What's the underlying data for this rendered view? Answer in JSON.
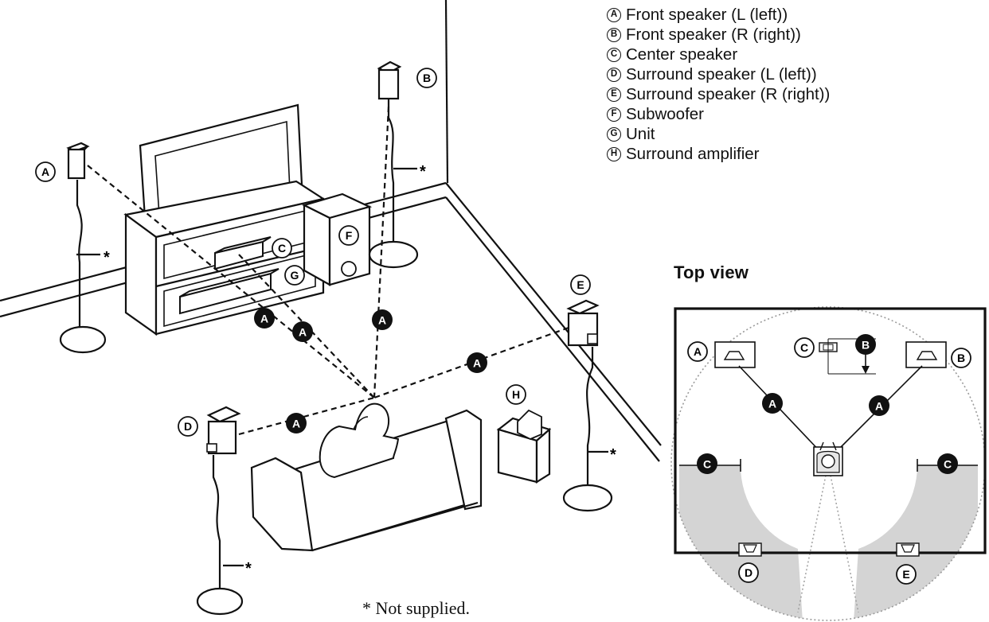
{
  "legend": [
    {
      "letter": "A",
      "text": "Front speaker (L (left))"
    },
    {
      "letter": "B",
      "text": "Front speaker (R (right))"
    },
    {
      "letter": "C",
      "text": "Center speaker"
    },
    {
      "letter": "D",
      "text": "Surround speaker (L (left))"
    },
    {
      "letter": "E",
      "text": "Surround speaker (R (right))"
    },
    {
      "letter": "F",
      "text": "Subwoofer"
    },
    {
      "letter": "G",
      "text": "Unit"
    },
    {
      "letter": "H",
      "text": "Surround amplifier"
    }
  ],
  "top_view_title": "Top view",
  "footnote": "* Not supplied.",
  "stand_marker": "*",
  "room_labels": {
    "A": "A",
    "B": "B",
    "C": "C",
    "D": "D",
    "E": "E",
    "F": "F",
    "G": "G",
    "H": "H"
  },
  "distance_labels": {
    "A": "A",
    "B": "B",
    "C": "C"
  },
  "colors": {
    "line": "#111111",
    "shade": "#d4d4d4",
    "dotted": "#9a9a9a"
  }
}
